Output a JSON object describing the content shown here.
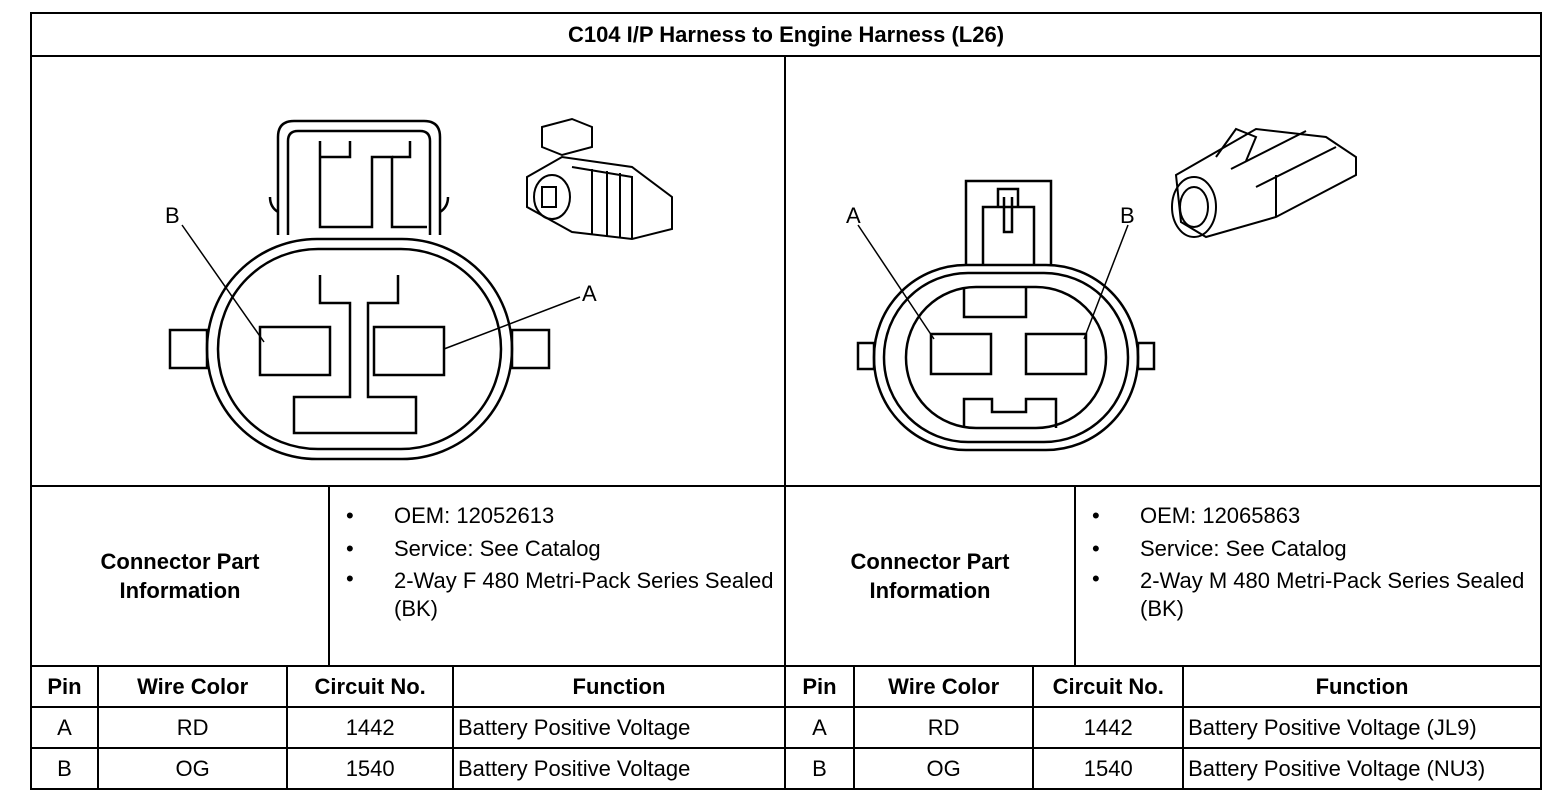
{
  "title": "C104 I/P Harness to Engine Harness (L26)",
  "left": {
    "diagram": {
      "label_b": "B",
      "label_a": "A"
    },
    "info_heading": "Connector Part Information",
    "info_items": [
      "OEM: 12052613",
      "Service: See Catalog",
      "2-Way F 480 Metri-Pack Series Sealed (BK)"
    ],
    "table": {
      "headers": [
        "Pin",
        "Wire Color",
        "Circuit No.",
        "Function"
      ],
      "rows": [
        [
          "A",
          "RD",
          "1442",
          "Battery Positive Voltage"
        ],
        [
          "B",
          "OG",
          "1540",
          "Battery Positive Voltage"
        ]
      ]
    }
  },
  "right": {
    "diagram": {
      "label_a": "A",
      "label_b": "B"
    },
    "info_heading": "Connector Part Information",
    "info_items": [
      "OEM: 12065863",
      "Service: See Catalog",
      "2-Way M 480 Metri-Pack Series Sealed (BK)"
    ],
    "table": {
      "headers": [
        "Pin",
        "Wire Color",
        "Circuit No.",
        "Function"
      ],
      "rows": [
        [
          "A",
          "RD",
          "1442",
          "Battery Positive Voltage (JL9)"
        ],
        [
          "B",
          "OG",
          "1540",
          "Battery Positive Voltage (NU3)"
        ]
      ]
    }
  }
}
